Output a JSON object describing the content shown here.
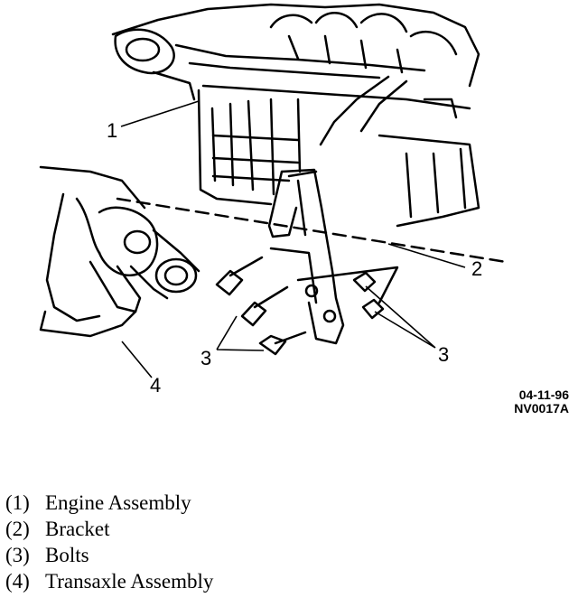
{
  "diagram": {
    "callouts": [
      "1",
      "2",
      "3",
      "3",
      "4"
    ],
    "figure_id": {
      "date": "04-11-96",
      "code": "NV0017A"
    }
  },
  "legend": {
    "items": [
      {
        "number": "(1)",
        "label": "Engine Assembly"
      },
      {
        "number": "(2)",
        "label": "Bracket"
      },
      {
        "number": "(3)",
        "label": "Bolts"
      },
      {
        "number": "(4)",
        "label": "Transaxle Assembly"
      }
    ]
  }
}
